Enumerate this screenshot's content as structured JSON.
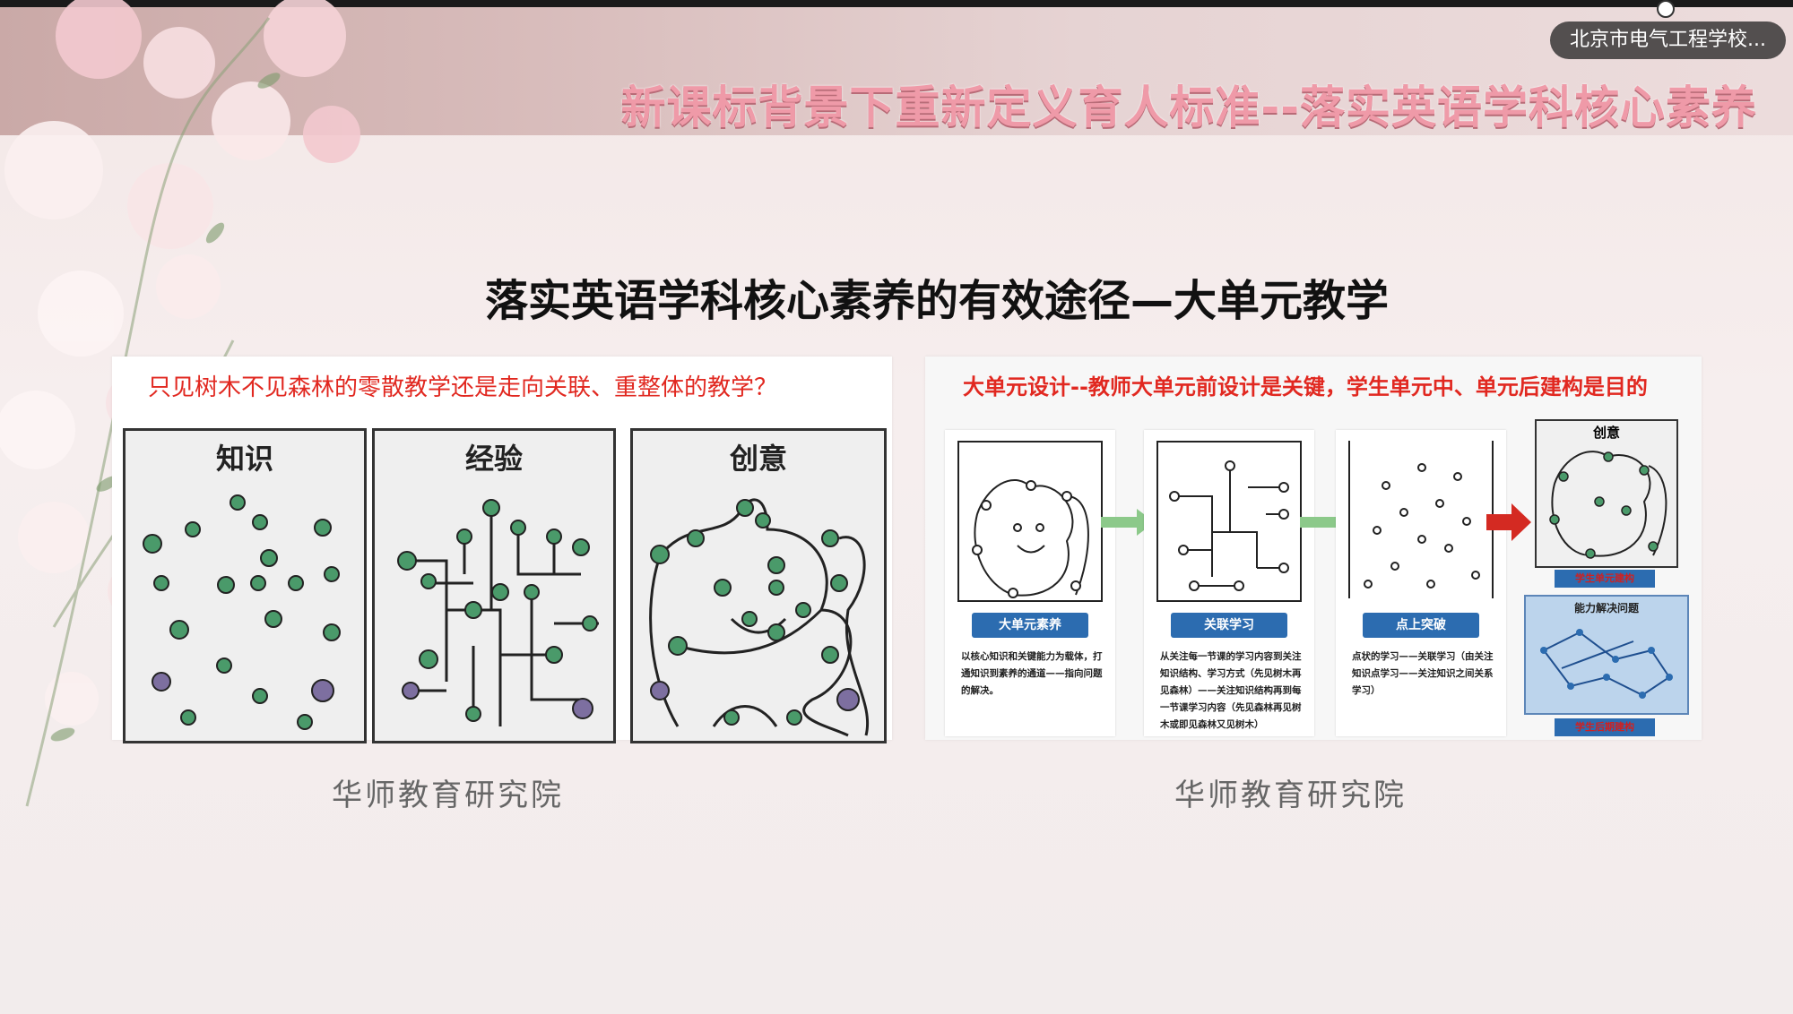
{
  "header": {
    "title": "新课标背景下重新定义育人标准--落实英语学科核心素养",
    "badge": "北京市电气工程学校..."
  },
  "slide": {
    "title": "落实英语学科核心素养的有效途径—大单元教学"
  },
  "left_panel": {
    "caption": "只见树木不见森林的零散教学还是走向关联、重整体的教学？",
    "boxes": [
      "知识",
      "经验",
      "创意"
    ],
    "source": "华师教育研究院"
  },
  "right_panel": {
    "caption": "大单元设计--教师大单元前设计是关键，学生单元中、单元后建构是目的",
    "steps": [
      {
        "tag": "大单元素养",
        "text": "以核心知识和关键能力为载体，打通知识到素养的通道——指向问题的解决。"
      },
      {
        "tag": "关联学习",
        "text": "从关注每一节课的学习内容到关注知识结构、学习方式（先见树木再见森林）——关注知识结构再到每一节课学习内容（先见森林再见树木或即见森林又见树木）"
      },
      {
        "tag": "点上突破",
        "text": "点状的学习——关联学习（由关注知识点学习——关注知识之间关系学习）"
      }
    ],
    "final": {
      "top_label": "创意",
      "tag1": "学生单元建构",
      "bottom_label": "能力解决问题",
      "tag2": "学生后期建构"
    },
    "source": "华师教育研究院"
  },
  "colors": {
    "title_pink": "#ef9aa8",
    "caption_red": "#e12820",
    "tag_blue": "#2c6cb0",
    "dot_green": "#4a9a6a"
  }
}
